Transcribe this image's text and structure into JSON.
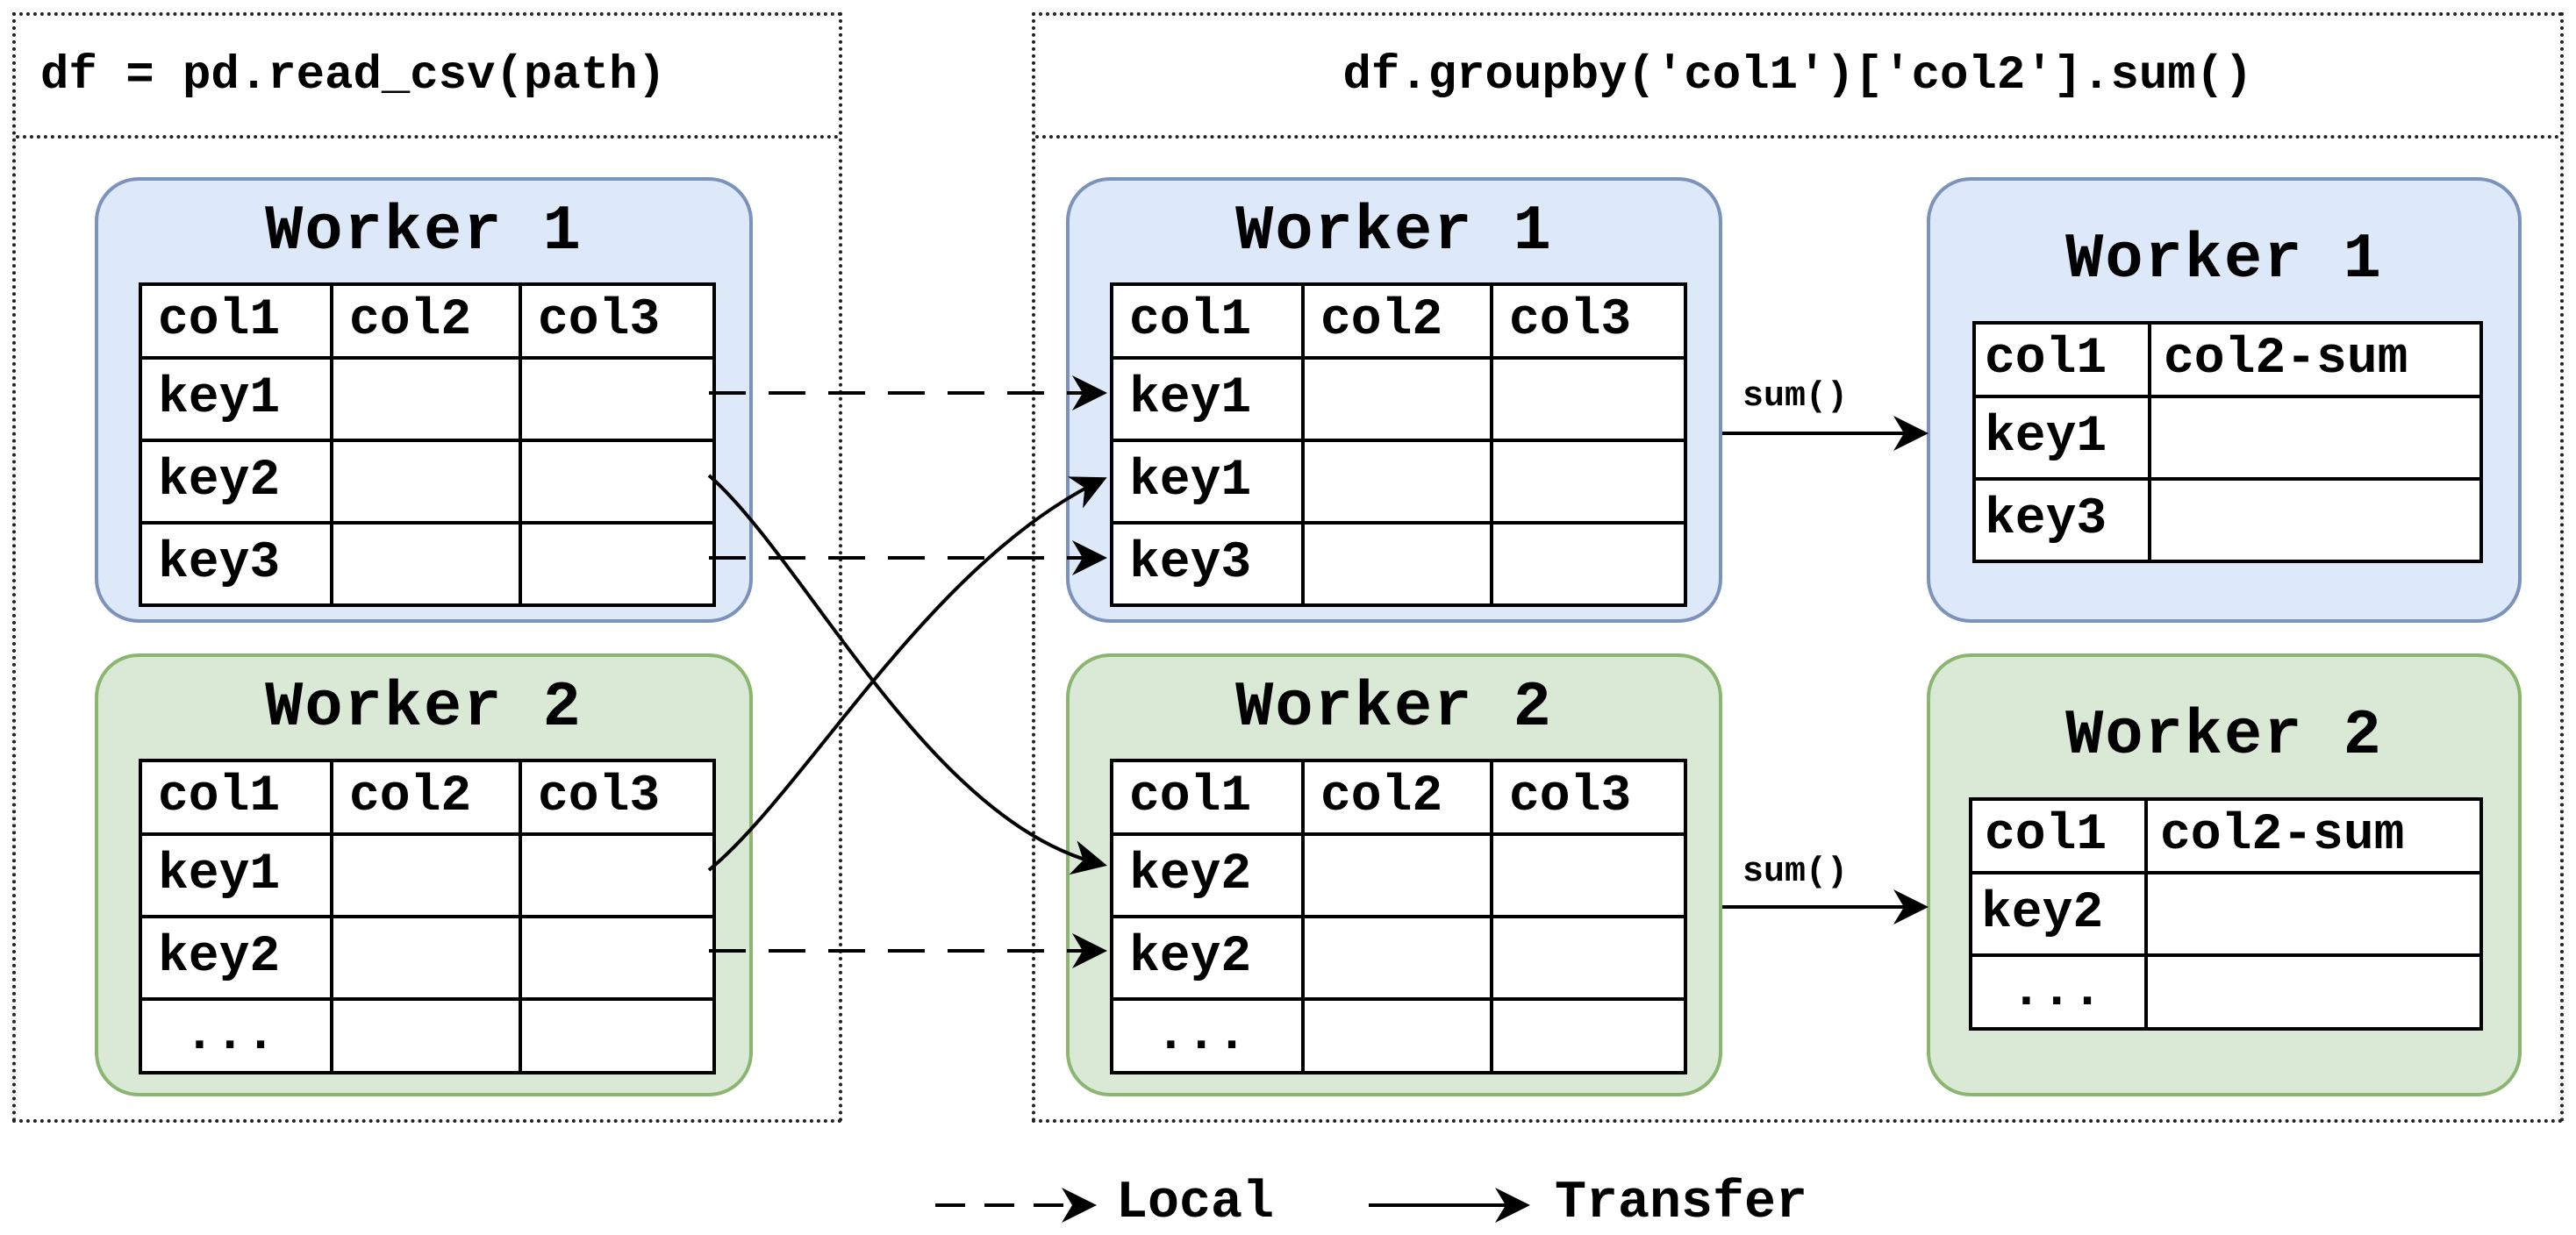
{
  "left_panel": {
    "code": "df = pd.read_csv(path)",
    "workers": [
      {
        "title": "Worker 1",
        "header": [
          "col1",
          "col2",
          "col3"
        ],
        "rows": [
          [
            "key1",
            "",
            ""
          ],
          [
            "key2",
            "",
            ""
          ],
          [
            "key3",
            "",
            ""
          ]
        ]
      },
      {
        "title": "Worker 2",
        "header": [
          "col1",
          "col2",
          "col3"
        ],
        "rows": [
          [
            "key1",
            "",
            ""
          ],
          [
            "key2",
            "",
            ""
          ],
          [
            "...",
            "",
            ""
          ]
        ]
      }
    ]
  },
  "right_panel": {
    "code": "df.groupby('col1')['col2'].sum()",
    "workers": [
      {
        "title": "Worker 1",
        "header": [
          "col1",
          "col2",
          "col3"
        ],
        "rows": [
          [
            "key1",
            "",
            ""
          ],
          [
            "key1",
            "",
            ""
          ],
          [
            "key3",
            "",
            ""
          ]
        ]
      },
      {
        "title": "Worker 2",
        "header": [
          "col1",
          "col2",
          "col3"
        ],
        "rows": [
          [
            "key2",
            "",
            ""
          ],
          [
            "key2",
            "",
            ""
          ],
          [
            "...",
            "",
            ""
          ]
        ]
      }
    ],
    "results": [
      {
        "title": "Worker 1",
        "header": [
          "col1",
          "col2-sum"
        ],
        "rows": [
          [
            "key1",
            ""
          ],
          [
            "key3",
            ""
          ]
        ]
      },
      {
        "title": "Worker 2",
        "header": [
          "col1",
          "col2-sum"
        ],
        "rows": [
          [
            "key2",
            ""
          ],
          [
            "...",
            ""
          ]
        ]
      }
    ],
    "op_label": "sum()"
  },
  "legend": {
    "local": "Local",
    "transfer": "Transfer"
  }
}
